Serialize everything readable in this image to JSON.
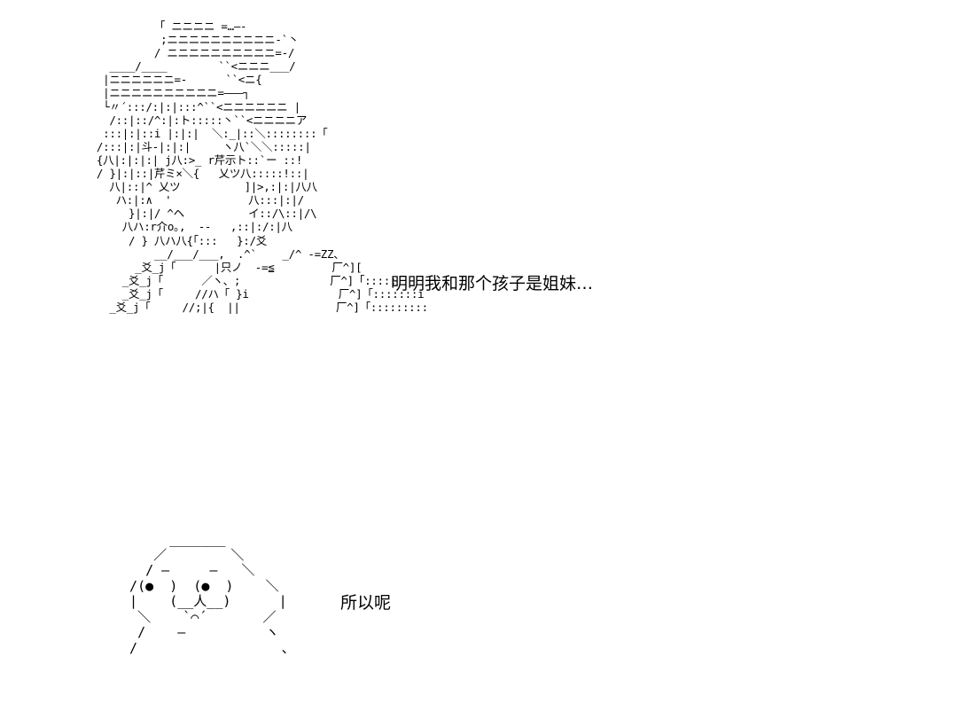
{
  "ascii_art_top": "             「 ニニニニ =…—-\n              ;ニニニニニニニニニニ-`丶\n             / ニニニニニニニニニニ=-/\n      ____/____        ``<ニニニ___/\n     |ニニニニニニ=-      ``<ニ{\n     |ニニニニニニニニニニ=―――┐\n     └〃´:::/:|:|:::^``<ニニニニニニ |\n      /::|::/^:|:ト:::::丶``<ニニニニア\n     :::|:|::i |:|:|  ＼:_|::＼::::::::「\n    /:::|:|斗-|:|:|     ヽ八`＼＼:::::|\n    {八|:|:|:| j八:>_ r芹示ト::`ー ::!\n    / }|:|::|芹ミ×＼{   乂ツ八:::::!::|\n      八|::|^ 乂ツ          ]|>,:|:|八八\n       ハ:|:∧  '            八:::|:|/\n         }|:|/ ^ヘ          イ::/\\::|/\\\n        八ハ:r介o｡,  -‐   ,::|:/:|八\n         / } 八ハ八{「:::   }:/爻\n             __/___/___,  .^`    _/^ -=ZZ、\n          _爻_j「      |只ノ  -=≦         厂^][\n        _爻_j「      ／ヽ、;              厂^]「::::;\n        _爻_j「     //ハ「 }i              厂^]「:::::::i\n      _爻_j「     //;|{  ||               厂^]「:::::::::",
  "ascii_art_bottom": "       _______\n     ／        ＼\n    / —     —   ＼\n  /(●  )  (●  )    ＼\n  |    (__人__)      |\n   ＼    `⌒´       ／\n   /    —          ヽ\n  /                  、",
  "captions": {
    "top": "明明我和那个孩子是姐妹…",
    "bottom": "所以呢"
  }
}
